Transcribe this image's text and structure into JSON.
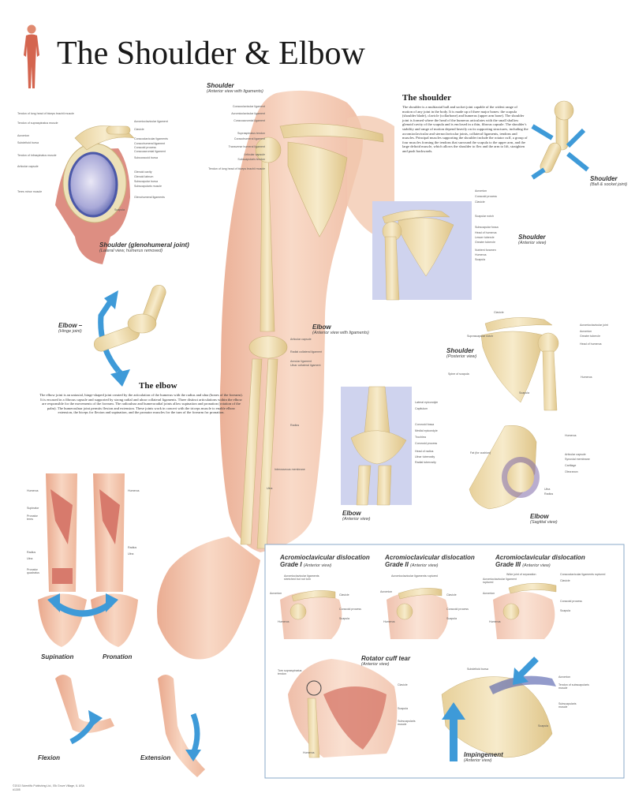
{
  "title": "The Shoulder & Elbow",
  "colors": {
    "bone": "#efdcae",
    "boneDark": "#c9b27a",
    "muscle": "#d9776b",
    "skin": "#f5ccb6",
    "panel": "#cfd3ee",
    "arrow": "#3e9ad8"
  },
  "captions": {
    "shoulder_main": {
      "title": "Shoulder",
      "sub": "(Anterior view with ligaments)"
    },
    "shoulder_glenohumeral": {
      "title": "Shoulder (glenohumeral joint)",
      "sub": "(Lateral view, humerus removed)"
    },
    "elbow_hinge": {
      "title": "Elbow –",
      "sub": "(Hinge joint)"
    },
    "shoulder_ball": {
      "title": "Shoulder",
      "sub": "(Ball & socket joint)"
    },
    "shoulder_anterior": {
      "title": "Shoulder",
      "sub": "(Anterior view)"
    },
    "shoulder_posterior": {
      "title": "Shoulder",
      "sub": "(Posterior view)"
    },
    "elbow_main": {
      "title": "Elbow",
      "sub": "(Anterior view with ligaments)"
    },
    "elbow_anterior": {
      "title": "Elbow",
      "sub": "(Anterior view)"
    },
    "elbow_sagittal": {
      "title": "Elbow",
      "sub": "(Sagittal view)"
    },
    "supination": "Supination",
    "pronation": "Pronation",
    "flexion": "Flexion",
    "extension": "Extension",
    "ac1": {
      "title": "Acromioclavicular dislocation",
      "grade": "Grade I",
      "sub": "(Anterior view)"
    },
    "ac2": {
      "title": "Acromioclavicular dislocation",
      "grade": "Grade II",
      "sub": "(Anterior view)"
    },
    "ac3": {
      "title": "Acromioclavicular dislocation",
      "grade": "Grade III",
      "sub": "(Anterior view)"
    },
    "rotator": {
      "title": "Rotator cuff tear",
      "sub": "(Anterior view)"
    },
    "impingement": {
      "title": "Impingement",
      "sub": "(Anterior view)"
    }
  },
  "sections": {
    "shoulder": {
      "heading": "The shoulder",
      "text": "The shoulder is a multiaxial ball and socket joint capable of the widest range of motion of any joint in the body. It is made up of three major bones: the scapula (shoulder blade), clavicle (collarbone) and humerus (upper arm bone). The shoulder joint is formed where the head of the humerus articulates with the small shallow glenoid cavity of the scapula and is enclosed in a thin, fibrous capsule. The shoulder's stability and range of motion depend heavily on its supporting structures, including the acromioclavicular and sternoclavicular joints, collateral ligaments, tendons and muscles. Principal muscles supporting the shoulder include the rotator cuff, a group of four muscles forming the tendons that surround the scapula to the upper arm, and the large deltoid muscle, which allows the shoulder to flex and the arm to lift, straighten and push backwards."
    },
    "elbow": {
      "heading": "The elbow",
      "text": "The elbow joint is an uniaxial, hinge-shaped joint created by the articulation of the humerus with the radius and ulna (bones of the forearm). It is encased in a fibrous capsule and supported by strong radial and ulnar collateral ligaments. Three distinct articulations within the elbow are responsible for the movements of the forearm. The radioulnar and humeroradial joints allow supination and pronation (rotation of the palm). The humeroulnar joint permits flexion and extension. These joints work in concert with the triceps muscle to enable elbow extension, the biceps for flexion and supination, and the pronator muscles for the turn of the forearm for pronation."
    }
  },
  "labels": {
    "main_shoulder": [
      "Coracoclavicular ligament",
      "Acromioclavicular ligament",
      "Coracoacromial ligament",
      "Supraspinatus tendon",
      "Coracohumeral ligament",
      "Transverse humeral ligament",
      "Articular capsule",
      "Subscapularis tendon",
      "Tendon of long head of biceps brachii muscle"
    ],
    "glenohumeral_left": [
      "Tendon of long head of biceps brachii muscle",
      "Tendon of supraspinatus muscle",
      "Acromion",
      "Subdeltoid bursa",
      "Tendon of infraspinatus muscle",
      "Articular capsule",
      "Teres minor muscle"
    ],
    "glenohumeral_right": [
      "Acromioclavicular ligament",
      "Clavicle",
      "Coracoclavicular ligaments",
      "Coracohumeral ligament",
      "Coracoid process",
      "Coracoacromial ligament",
      "Subcoracoid bursa",
      "Glenoid cavity",
      "Glenoid labrum",
      "Subscapular bursa",
      "Subscapularis muscle",
      "Glenohumeral ligaments",
      "Scapula"
    ],
    "shoulder_anterior": [
      "Acromion",
      "Coracoid process",
      "Clavicle",
      "Scapular notch",
      "Subscapular fossa",
      "Head of humerus",
      "Lesser tubercle",
      "Greater tubercle",
      "Nutrient foramen",
      "Humerus",
      "Scapula"
    ],
    "shoulder_posterior": [
      "Clavicle",
      "Suprascapular notch",
      "Acromioclavicular joint",
      "Acromion",
      "Greater tubercle",
      "Head of humerus",
      "Spine of scapula",
      "Humerus",
      "Scapula"
    ],
    "main_elbow": [
      "Articular capsule",
      "Radial collateral ligament",
      "Annular ligament",
      "Ulnar collateral ligament",
      "Radius",
      "Interosseous membrane",
      "Ulna"
    ],
    "elbow_anterior": [
      "Lateral epicondyle",
      "Capitulum",
      "Coronoid fossa",
      "Medial epicondyle",
      "Trochlea",
      "Coronoid process",
      "Head of radius",
      "Ulnar tuberosity",
      "Radial tuberosity"
    ],
    "elbow_sagittal": [
      "Humerus",
      "Fat (for cushion)",
      "Articular capsule",
      "Synovial membrane",
      "Cartilage",
      "Olecranon",
      "Ulna",
      "Radius"
    ],
    "forearm_left": [
      "Humerus",
      "Supinator",
      "Pronator teres",
      "Radius",
      "Ulna",
      "Pronator quadratus"
    ],
    "forearm_right": [
      "Humerus",
      "Radius",
      "Ulna"
    ],
    "ac1": [
      "Acromioclavicular ligaments stretched but not torn",
      "Acromion",
      "Clavicle",
      "Coracoid process",
      "Humerus",
      "Scapula"
    ],
    "ac2": [
      "Acromioclavicular ligaments ruptured",
      "Acromion",
      "Clavicle",
      "Coracoid process",
      "Humerus",
      "Scapula"
    ],
    "ac3": [
      "Wide joint of separation",
      "Acromioclavicular ligament ruptured",
      "Coracoclavicular ligaments ruptured",
      "Clavicle",
      "Acromion",
      "Coracoid process",
      "Humerus",
      "Scapula"
    ],
    "rotator": [
      "Torn supraspinatus tendon",
      "Clavicle",
      "Scapula",
      "Subscapularis muscle",
      "Humerus"
    ],
    "impingement": [
      "Subdeltoid bursa",
      "Acromion",
      "Tendon of subscapularis muscle",
      "Subscapularis muscle",
      "Scapula"
    ]
  },
  "copyright": [
    "©2013 Scientific Publishing Ltd., Elk Grove Village, IL USA",
    "#1305"
  ]
}
